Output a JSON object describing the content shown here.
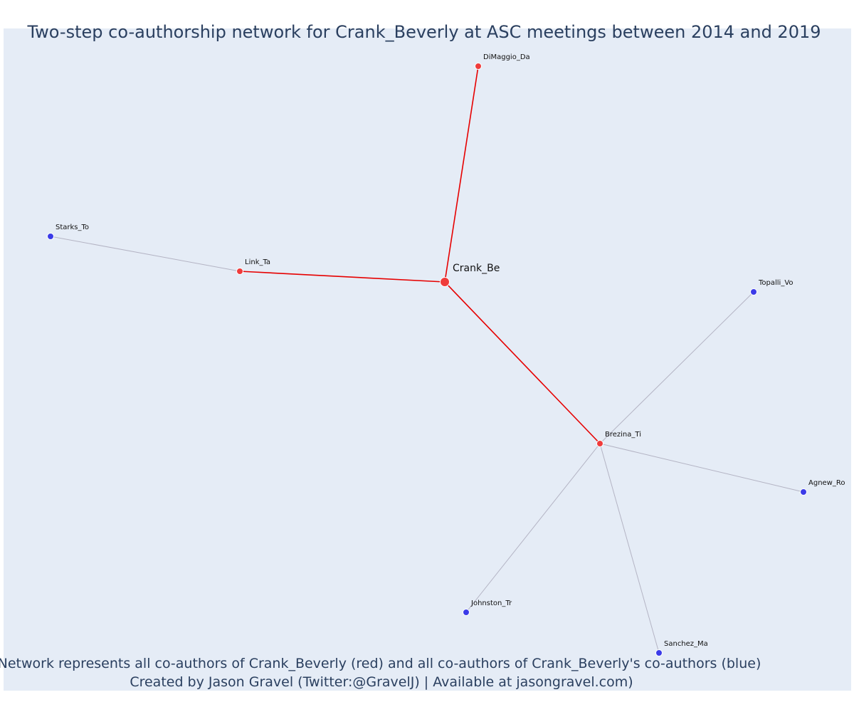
{
  "title": "Two-step co-authorship network for Crank_Beverly at ASC meetings between 2014 and 2019",
  "caption": {
    "line1": "Network represents all co-authors of Crank_Beverly (red) and all co-authors of Crank_Beverly's co-authors (blue)",
    "line2": "Created by Jason Gravel (Twitter:@GravelJ) | Available at jasongravel.com)"
  },
  "colors": {
    "plot_background": "#e5ecf6",
    "title": "#2a3f5f",
    "red_node": "#ef3b3b",
    "blue_node": "#3b3be8",
    "red_edge": "#e60000",
    "gray_edge": "#b4b4c4"
  },
  "network": {
    "nodes": [
      {
        "id": "Crank_Be",
        "group": "ego"
      },
      {
        "id": "DiMaggio_Da",
        "group": "red"
      },
      {
        "id": "Link_Ta",
        "group": "red"
      },
      {
        "id": "Brezina_Ti",
        "group": "red"
      },
      {
        "id": "Starks_To",
        "group": "blue"
      },
      {
        "id": "Topalli_Vo",
        "group": "blue"
      },
      {
        "id": "Agnew_Ro",
        "group": "blue"
      },
      {
        "id": "Johnston_Tr",
        "group": "blue"
      },
      {
        "id": "Sanchez_Ma",
        "group": "blue"
      }
    ],
    "edges": [
      {
        "source": "Crank_Be",
        "target": "DiMaggio_Da",
        "type": "red"
      },
      {
        "source": "Crank_Be",
        "target": "Link_Ta",
        "type": "red"
      },
      {
        "source": "Crank_Be",
        "target": "Brezina_Ti",
        "type": "red"
      },
      {
        "source": "Link_Ta",
        "target": "Starks_To",
        "type": "gray"
      },
      {
        "source": "Brezina_Ti",
        "target": "Topalli_Vo",
        "type": "gray"
      },
      {
        "source": "Brezina_Ti",
        "target": "Agnew_Ro",
        "type": "gray"
      },
      {
        "source": "Brezina_Ti",
        "target": "Johnston_Tr",
        "type": "gray"
      },
      {
        "source": "Brezina_Ti",
        "target": "Sanchez_Ma",
        "type": "gray"
      }
    ]
  }
}
